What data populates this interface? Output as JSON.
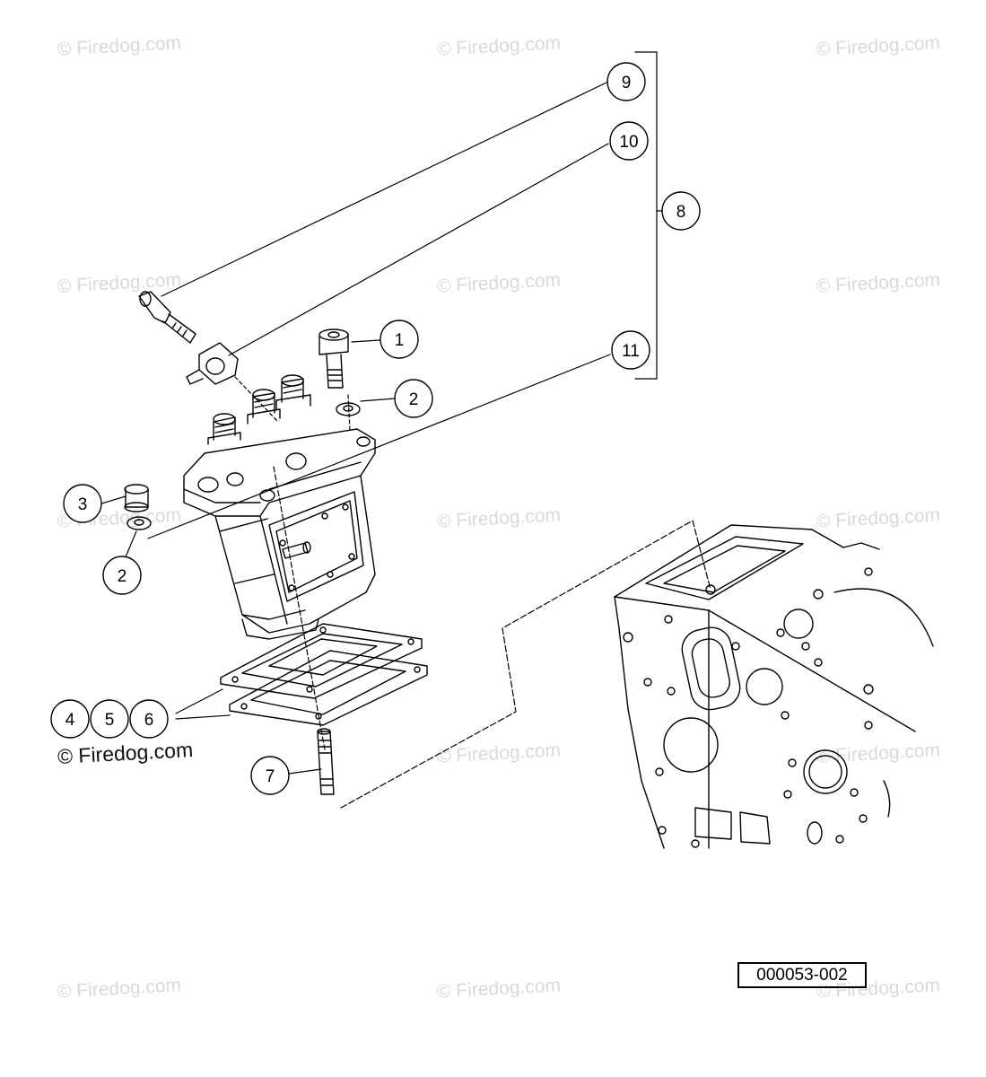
{
  "watermark": {
    "text": "© Firedog.com"
  },
  "callouts": {
    "c1": "1",
    "c2a": "2",
    "c2b": "2",
    "c3": "3",
    "c4": "4",
    "c5": "5",
    "c6": "6",
    "c7": "7",
    "c8": "8",
    "c9": "9",
    "c10": "10",
    "c11": "11"
  },
  "drawing_code": "000053-002"
}
